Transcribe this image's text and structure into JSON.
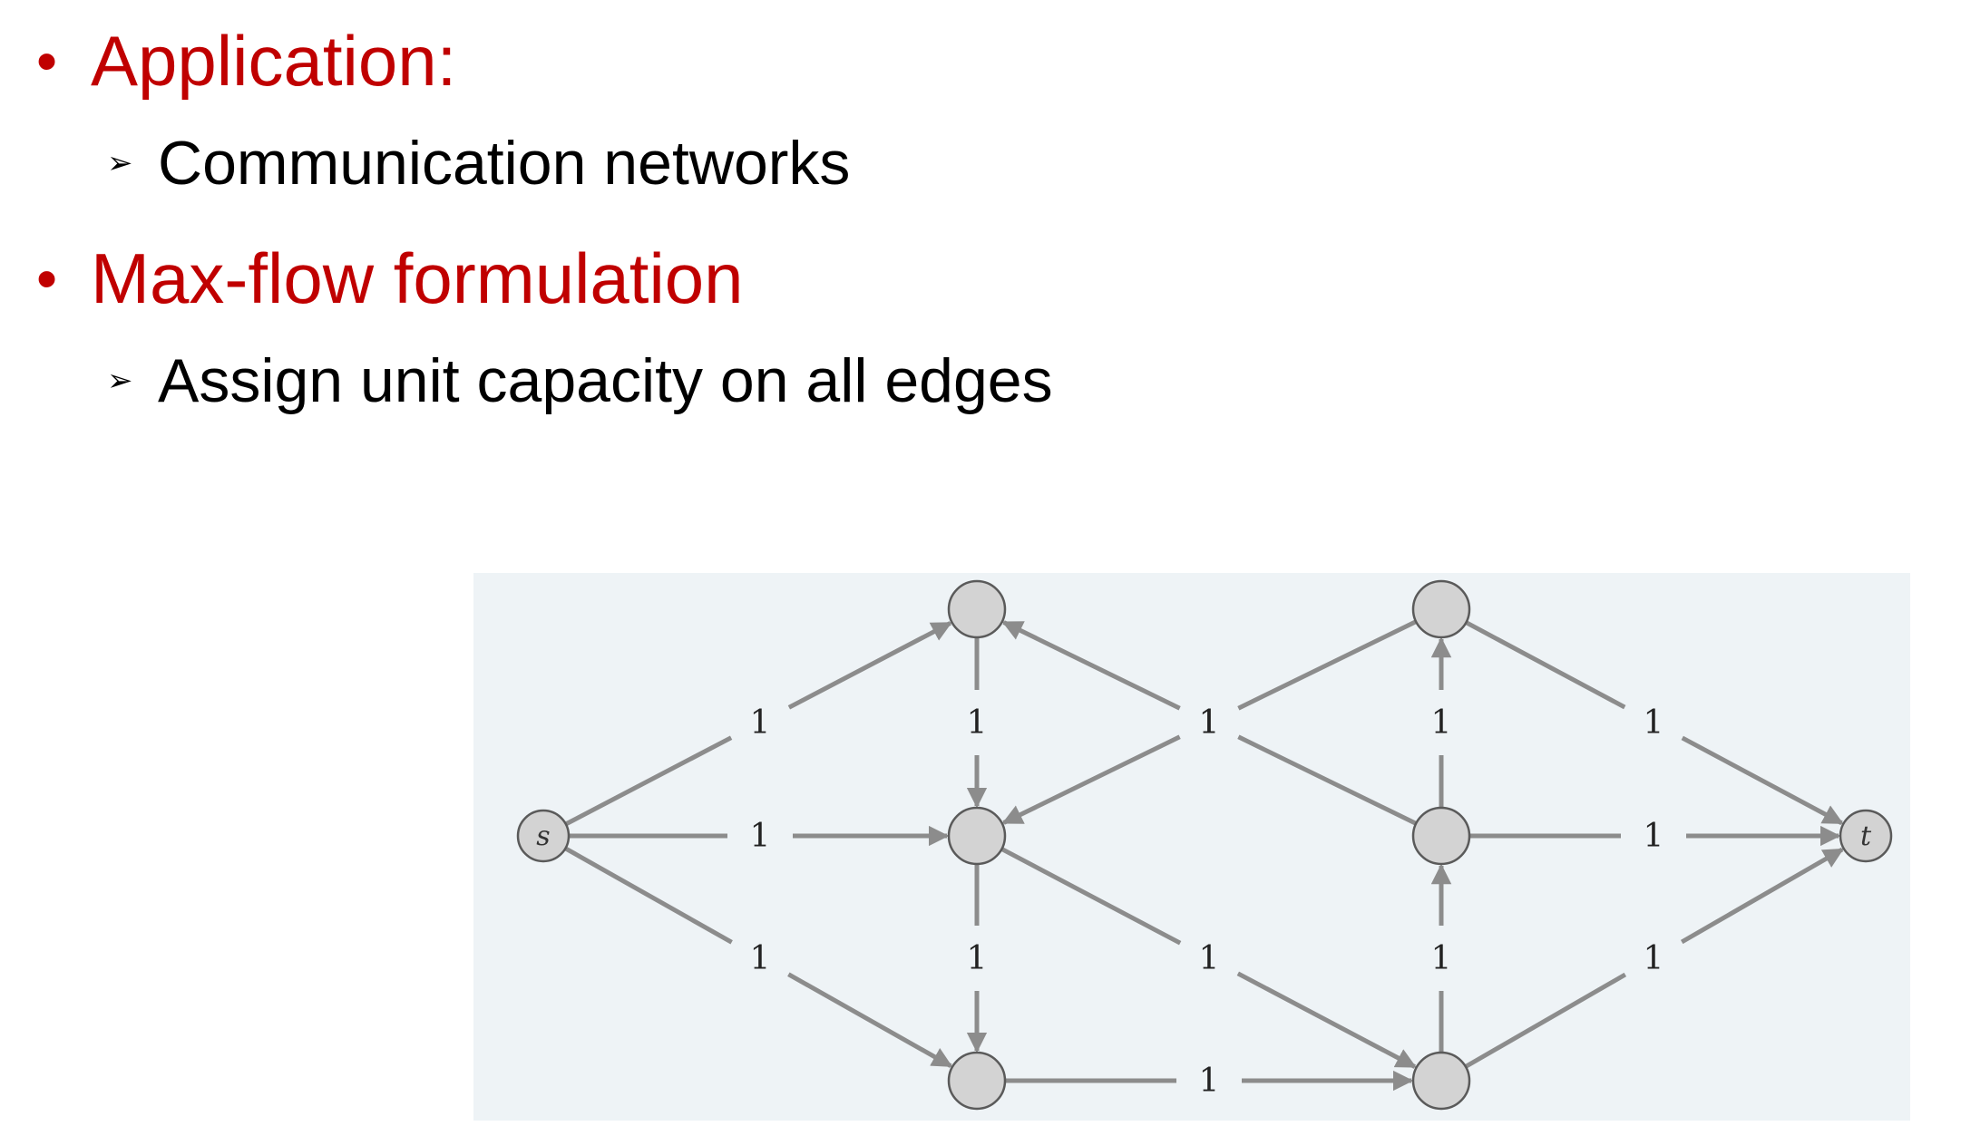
{
  "bullets": [
    {
      "title": "Application:",
      "sub": "Communication networks"
    },
    {
      "title": "Max-flow formulation",
      "sub": "Assign unit capacity on all edges"
    }
  ],
  "colors": {
    "heading": "#C00000",
    "text": "#000000",
    "diagram_bg": "#EEF3F6",
    "edge": "#8C8C8C",
    "node_fill": "#D3D3D3",
    "node_stroke": "#5A5A5A"
  },
  "graph": {
    "nodes": [
      {
        "id": "s",
        "label": "s"
      },
      {
        "id": "a",
        "label": ""
      },
      {
        "id": "b",
        "label": ""
      },
      {
        "id": "c",
        "label": ""
      },
      {
        "id": "d",
        "label": ""
      },
      {
        "id": "e",
        "label": ""
      },
      {
        "id": "f",
        "label": ""
      },
      {
        "id": "t",
        "label": "t"
      }
    ],
    "edges": [
      {
        "from": "s",
        "to": "a",
        "capacity": "1"
      },
      {
        "from": "s",
        "to": "b",
        "capacity": "1"
      },
      {
        "from": "s",
        "to": "c",
        "capacity": "1"
      },
      {
        "from": "a",
        "to": "b",
        "capacity": "1"
      },
      {
        "from": "b",
        "to": "c",
        "capacity": "1"
      },
      {
        "from": "b",
        "to": "f",
        "capacity": "1"
      },
      {
        "from": "c",
        "to": "f",
        "capacity": "1"
      },
      {
        "from": "e",
        "to": "a",
        "capacity": "1"
      },
      {
        "from": "d",
        "to": "b",
        "capacity": "1"
      },
      {
        "from": "e",
        "to": "d",
        "capacity": "1"
      },
      {
        "from": "f",
        "to": "e",
        "capacity": "1"
      },
      {
        "from": "d",
        "to": "t",
        "capacity": "1"
      },
      {
        "from": "e",
        "to": "t",
        "capacity": "1"
      },
      {
        "from": "f",
        "to": "t",
        "capacity": "1"
      }
    ]
  }
}
